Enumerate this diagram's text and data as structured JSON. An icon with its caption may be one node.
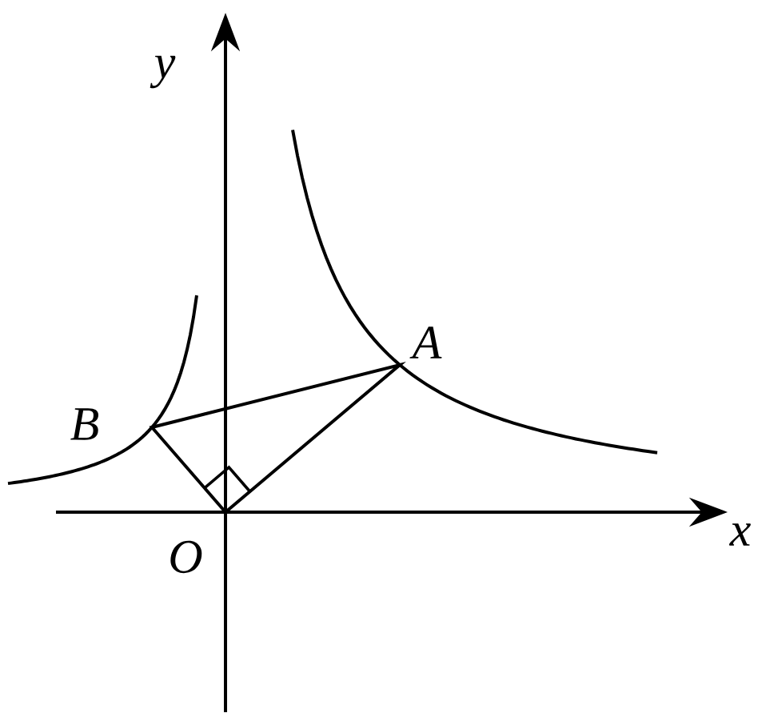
{
  "diagram": {
    "labels": [
      "y",
      "A",
      "B",
      "O",
      "x"
    ]
  }
}
